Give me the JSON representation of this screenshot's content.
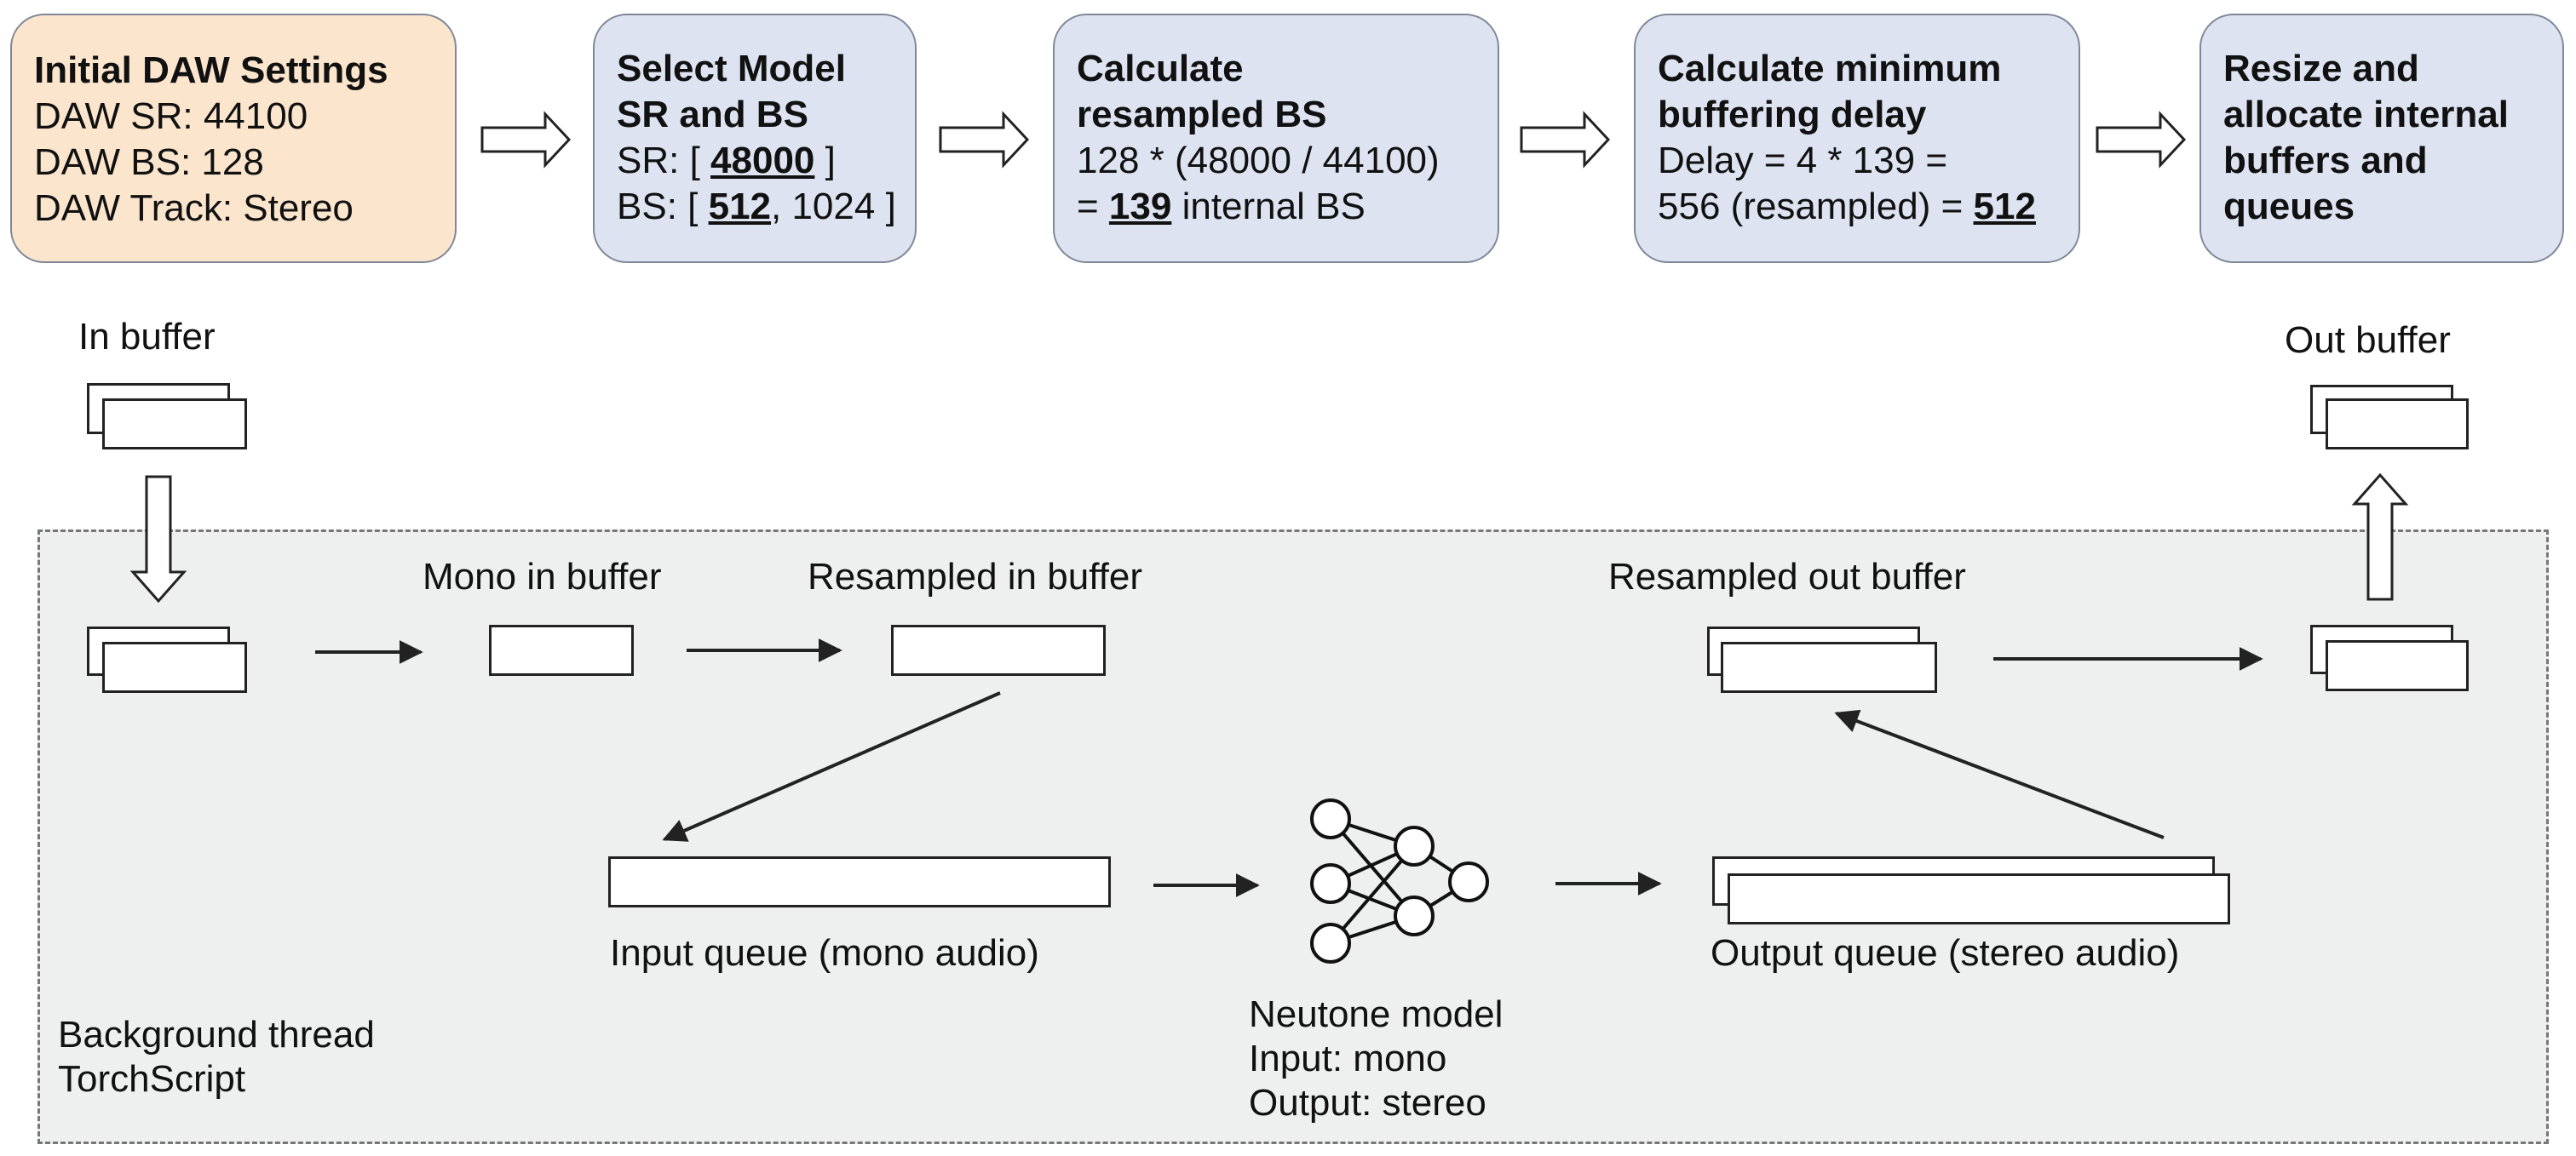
{
  "steps": [
    {
      "title": "Initial DAW Settings",
      "lines": [
        "DAW SR: 44100",
        "DAW BS: 128",
        "DAW Track: Stereo"
      ]
    },
    {
      "title_1": "Select Model",
      "title_2": "SR and BS",
      "sr_prefix": "SR: [ ",
      "sr_value": "48000",
      "sr_suffix": " ]",
      "bs_prefix": "BS: [ ",
      "bs_value": "512",
      "bs_suffix": ", 1024 ]"
    },
    {
      "title_1": "Calculate",
      "title_2": "resampled BS",
      "formula": "128 * (48000 / 44100)",
      "result_prefix": "= ",
      "result_value": "139",
      "result_suffix": " internal BS"
    },
    {
      "title_1": "Calculate minimum",
      "title_2": "buffering delay",
      "formula": "Delay = 4 * 139 =",
      "result_prefix": "556 (resampled) = ",
      "result_value": "512"
    },
    {
      "title_lines": [
        "Resize and",
        "allocate internal",
        "buffers and",
        "queues"
      ]
    }
  ],
  "labels": {
    "in_buffer": "In buffer",
    "out_buffer": "Out buffer",
    "mono_in_buffer": "Mono in buffer",
    "resampled_in_buffer": "Resampled in buffer",
    "resampled_out_buffer": "Resampled out buffer",
    "input_queue": "Input queue (mono audio)",
    "output_queue": "Output queue (stereo audio)",
    "model_name": "Neutone model",
    "model_input": "Input: mono",
    "model_output": "Output: stereo",
    "thread_1": "Background thread",
    "thread_2": "TorchScript"
  },
  "colors": {
    "orange_card": "#fbe5cd",
    "blue_card": "#dde3f0",
    "background_thread": "#eeefef"
  }
}
